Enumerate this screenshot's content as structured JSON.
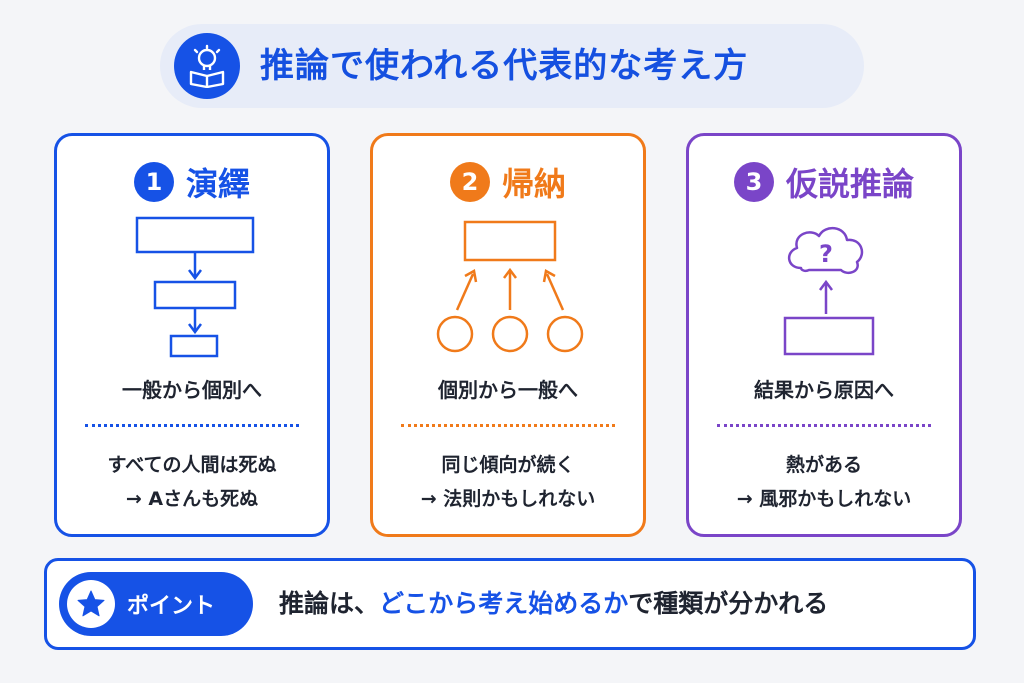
{
  "title": {
    "text": "推論で使われる代表的な考え方",
    "icon": "lightbulb-book-icon"
  },
  "colors": {
    "blue": "#1652e6",
    "orange": "#f07a1a",
    "purple": "#7a45c8"
  },
  "cards": [
    {
      "number": "1",
      "title": "演繹",
      "subtitle": "一般から個別へ",
      "example_line1": "すべての人間は死ぬ",
      "example_line2": "→ Aさんも死ぬ"
    },
    {
      "number": "2",
      "title": "帰納",
      "subtitle": "個別から一般へ",
      "example_line1": "同じ傾向が続く",
      "example_line2": "→ 法則かもしれない"
    },
    {
      "number": "3",
      "title": "仮説推論",
      "subtitle": "結果から原因へ",
      "example_line1": "熱がある",
      "example_line2": "→ 風邪かもしれない",
      "cloud_text": "?"
    }
  ],
  "point": {
    "label": "ポイント",
    "text_before": "推論は、",
    "text_highlight": "どこから考え始めるか",
    "text_after": "で種類が分かれる"
  }
}
